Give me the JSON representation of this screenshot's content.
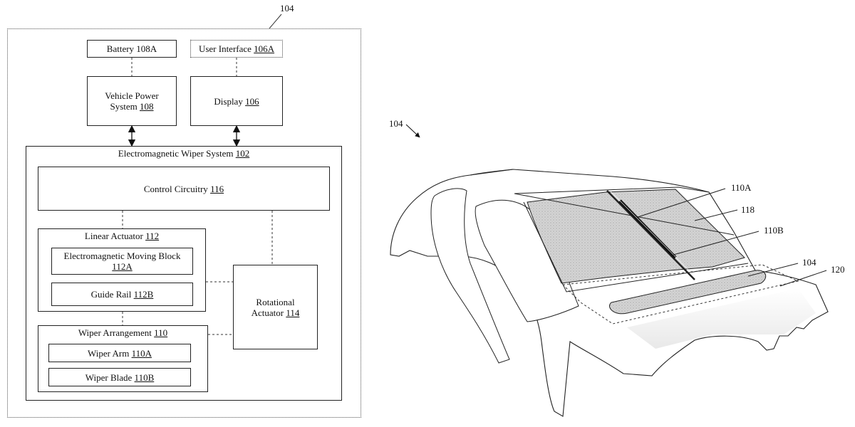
{
  "block_diagram": {
    "ref_label": "104",
    "battery": {
      "text": "Battery 108A",
      "ref": ""
    },
    "user_interface": {
      "text": "User Interface ",
      "ref": "106A"
    },
    "vehicle_power": {
      "line1": "Vehicle Power",
      "line2": "System ",
      "ref": "108"
    },
    "display": {
      "text": "Display ",
      "ref": "106"
    },
    "wiper_system": {
      "text": "Electromagnetic Wiper System ",
      "ref": "102"
    },
    "control_circuitry": {
      "text": "Control Circuitry ",
      "ref": "116"
    },
    "linear_actuator": {
      "text": "Linear Actuator ",
      "ref": "112"
    },
    "moving_block": {
      "line1": "Electromagnetic Moving Block",
      "ref": "112A"
    },
    "guide_rail": {
      "text": "Guide Rail ",
      "ref": "112B"
    },
    "rotational_actuator": {
      "line1": "Rotational",
      "line2": "Actuator ",
      "ref": "114"
    },
    "wiper_arrangement": {
      "text": "Wiper Arrangement ",
      "ref": "110"
    },
    "wiper_arm": {
      "text": "Wiper Arm ",
      "ref": "110A"
    },
    "wiper_blade": {
      "text": "Wiper Blade ",
      "ref": "110B"
    }
  },
  "car_figure": {
    "ref_label": "104",
    "callouts": {
      "c110A": "110A",
      "c118": "118",
      "c110B": "110B",
      "c104": "104",
      "c120": "120"
    }
  }
}
